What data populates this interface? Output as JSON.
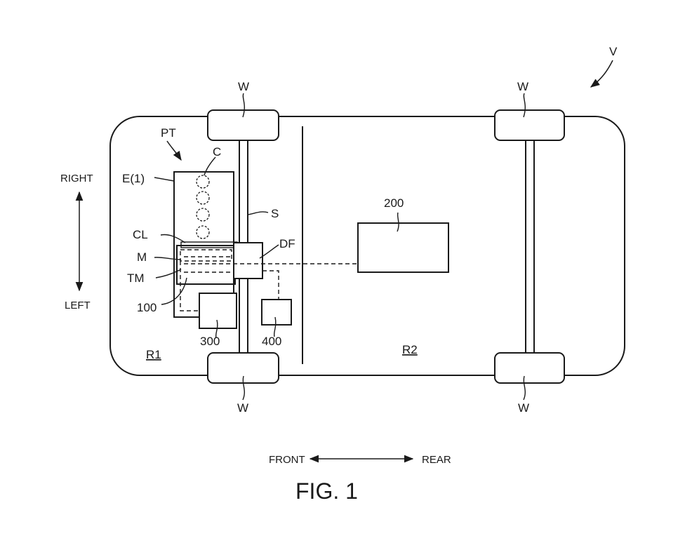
{
  "labels": {
    "vehicle": "V",
    "powertrain": "PT",
    "engine": "E(1)",
    "cylinders": "C",
    "shaft": "S",
    "clutch": "CL",
    "motor": "M",
    "transmission": "TM",
    "differential": "DF",
    "unit_100": "100",
    "unit_200": "200",
    "unit_300": "300",
    "unit_400": "400",
    "region_1": "R1",
    "region_2": "R2",
    "wheel_front_right": "W",
    "wheel_rear_right": "W",
    "wheel_front_left": "W",
    "wheel_rear_left": "W"
  },
  "directions": {
    "right": "RIGHT",
    "left": "LEFT",
    "front": "FRONT",
    "rear": "REAR"
  },
  "caption": "FIG. 1"
}
